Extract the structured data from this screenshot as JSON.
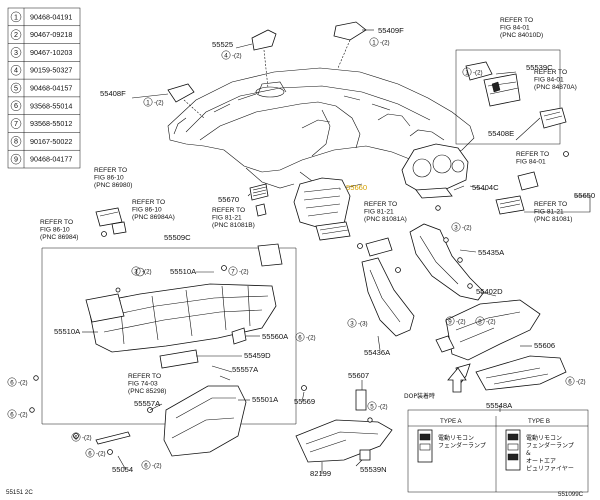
{
  "legend": [
    {
      "num": "1",
      "code": "90468-04191"
    },
    {
      "num": "2",
      "code": "90467-09218"
    },
    {
      "num": "3",
      "code": "90467-10203"
    },
    {
      "num": "4",
      "code": "90159-50327"
    },
    {
      "num": "5",
      "code": "90468-04157"
    },
    {
      "num": "6",
      "code": "93568-55014"
    },
    {
      "num": "7",
      "code": "93568-55012"
    },
    {
      "num": "8",
      "code": "90167-50022"
    },
    {
      "num": "9",
      "code": "90468-04177"
    }
  ],
  "parts": {
    "p55525": "55525",
    "p55409f": "55409F",
    "p55408f_left": "55408F",
    "p55539c": "55539C",
    "p55408e": "55408E",
    "p55660": "55660",
    "p55670": "55670",
    "p55404c": "55404C",
    "p55650": "55650",
    "p55509c": "55509C",
    "p55435a": "55435A",
    "p55510a_top": "55510A",
    "p55510a_left": "55510A",
    "p55402d": "55402D",
    "p55560a": "55560A",
    "p55459d": "55459D",
    "p55606": "55606",
    "p55557a_a": "55557A",
    "p55436a": "55436A",
    "p55607": "55607",
    "p55501a": "55501A",
    "p55557a_b": "55557A",
    "p55569": "55569",
    "p55548a": "55548A",
    "p55054": "55054",
    "p82199": "82199",
    "p55539n": "55539N"
  },
  "callouts": {
    "c4_2": "4",
    "c4_2b": "2",
    "c1_2a": "1",
    "c1_2ab": "2",
    "c1_2b": "1",
    "c1_2bb": "2",
    "c1_2c": "1",
    "c1_2cb": "2",
    "c3_2a": "3",
    "c3_2ab": "2",
    "c7_2a": "7",
    "c7_2ab": "2",
    "c3_2b": "3",
    "c3_2bb": "2",
    "c3_3": "3",
    "c3_3b": "3",
    "c9_2": "9",
    "c9_2b": "2",
    "c8_2": "8",
    "c8_2b": "2",
    "c6_2a": "6",
    "c6_2ab": "2",
    "c6_2b": "6",
    "c6_2bb": "2",
    "c6_2c": "6",
    "c6_2cb": "2",
    "c5_2": "5",
    "c5_2b": "2",
    "c6_2d": "6",
    "c6_2db": "2",
    "c6_2e": "6",
    "c6_2eb": "2",
    "c6_2f": "6",
    "c6_2fb": "2",
    "c6_2g": "6",
    "c6_2gb": "2"
  },
  "refs": {
    "r_tr1": [
      "REFER TO",
      "FIG 84-01",
      "(PNC 84010D)"
    ],
    "r_tr2": [
      "REFER TO",
      "FIG 84-01",
      "(PNC 84870A)"
    ],
    "r_tr3": [
      "REFER TO",
      "FIG 84-01"
    ],
    "r_rt": [
      "REFER TO",
      "FIG 81-21",
      "(PNC 81081)"
    ],
    "r_mid": [
      "REFER TO",
      "FIG 81-21",
      "(PNC 81081A)"
    ],
    "r_vent": [
      "REFER TO",
      "FIG 81-21",
      "(PNC 81081B)"
    ],
    "r_l1": [
      "REFER TO",
      "FIG 86-10",
      "(PNC 86980)"
    ],
    "r_l2": [
      "REFER TO",
      "FIG 86-10",
      "(PNC 86984A)"
    ],
    "r_l3": [
      "REFER TO",
      "FIG 86-10",
      "(PNC 86984)"
    ],
    "r_74": [
      "REFER TO",
      "FIG 74-03",
      "(PNC 85298)"
    ]
  },
  "dop": {
    "title": "DOP装着時",
    "type_a": "TYPE A",
    "type_b": "TYPE B",
    "type_a_text": [
      "電動リモコン",
      "フェンダーランプ"
    ],
    "type_b_text": [
      "電動リモコン",
      "フェンダーランプ",
      "&",
      "オートエア",
      "ピュリファイヤー"
    ]
  },
  "footer": {
    "left_code": "55151 2C",
    "right_code": "551099C"
  }
}
